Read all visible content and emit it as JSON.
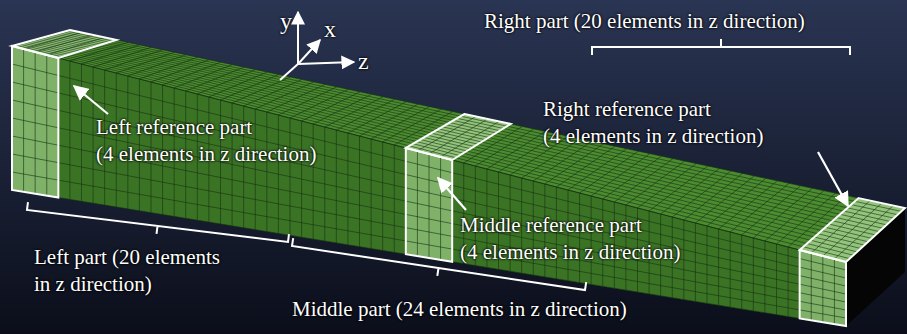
{
  "diagram": {
    "labels": [
      "y",
      "x",
      "z",
      "Right part (20 elements in z direction)",
      "Left reference part (4 elements in z direction)",
      "Right reference part (4 elements in z direction)",
      "Middle reference part (4 elements in z direction)",
      "Left part (20 elements in z direction)",
      "Middle part (24 elements in z direction)"
    ]
  }
}
